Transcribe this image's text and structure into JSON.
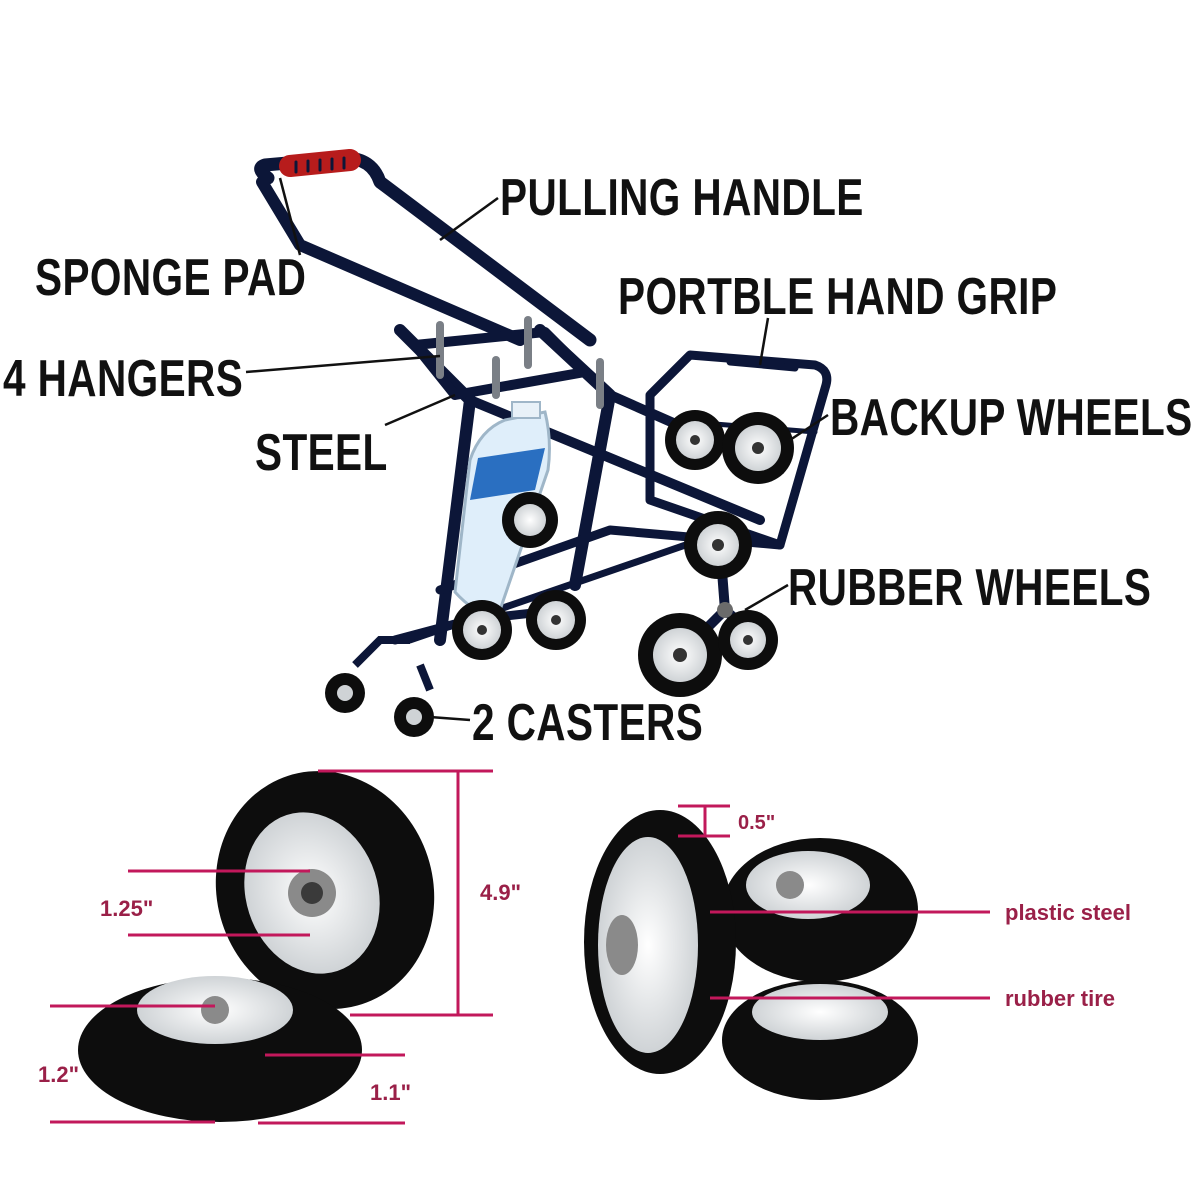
{
  "callouts": {
    "pulling_handle": "PULLING  HANDLE",
    "sponge_pad": "SPONGE PAD",
    "portable_hand_grip": "PORTBLE HAND GRIP",
    "hangers": "4 HANGERS",
    "steel": "STEEL",
    "backup_wheels": "BACKUP WHEELS",
    "rubber_wheels": "RUBBER WHEELS",
    "casters": "2 CASTERS"
  },
  "dimensions": {
    "hub_width": "1.25\"",
    "wheel_height": "4.9\"",
    "tire_width": "1.2\"",
    "rim_width": "1.1\"",
    "tread_depth": "0.5\""
  },
  "material_labels": {
    "rim": "plastic steel",
    "tire": "rubber tire"
  },
  "colors": {
    "frame": "#0c1638",
    "callout_text": "#111111",
    "dimension_line": "#c2185b",
    "dimension_text": "#9a2048",
    "tire": "#0d0d0d",
    "rim": "#ececec"
  }
}
